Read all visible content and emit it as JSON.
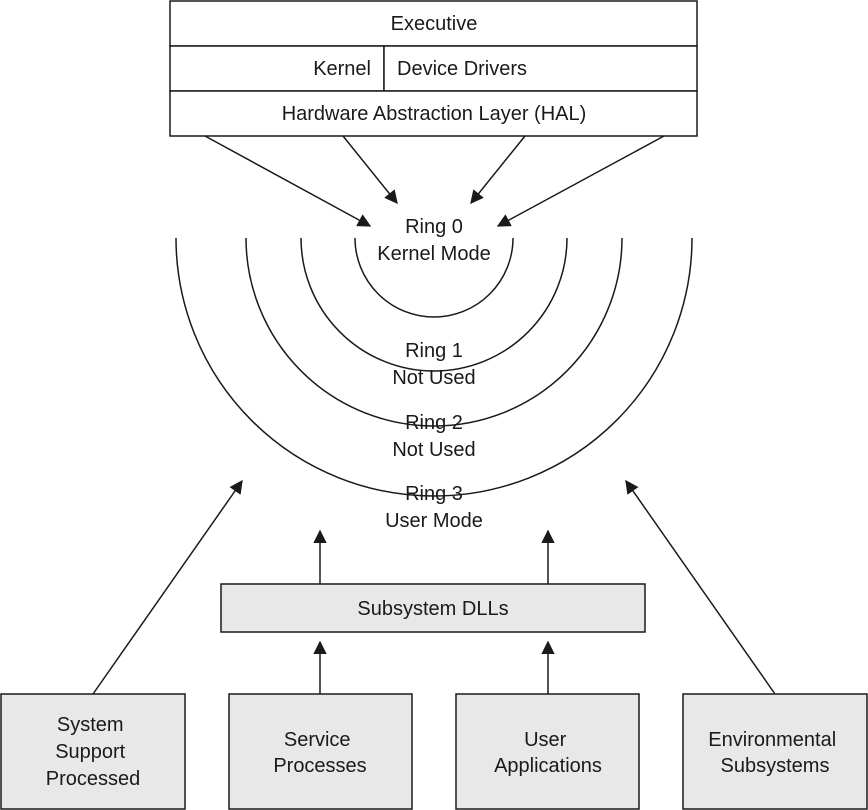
{
  "colors": {
    "stroke": "#1a1a1a",
    "box_fill_light": "#ffffff",
    "box_fill_gray": "#e8e8e8"
  },
  "top_stack": {
    "executive": "Executive",
    "kernel": "Kernel",
    "device_drivers": "Device Drivers",
    "hal": "Hardware Abstraction Layer (HAL)"
  },
  "rings": {
    "ring0": {
      "title": "Ring 0",
      "subtitle": "Kernel Mode"
    },
    "ring1": {
      "title": "Ring 1",
      "subtitle": "Not Used"
    },
    "ring2": {
      "title": "Ring 2",
      "subtitle": "Not Used"
    },
    "ring3": {
      "title": "Ring 3",
      "subtitle": "User Mode"
    }
  },
  "subsystem_dlls": "Subsystem DLLs",
  "bottom_boxes": {
    "system_support": [
      "System",
      "Support",
      "Processed"
    ],
    "service_processes": [
      "Service",
      "Processes"
    ],
    "user_applications": [
      "User",
      "Applications"
    ],
    "environmental_subsystems": [
      "Environmental",
      "Subsystems"
    ]
  }
}
